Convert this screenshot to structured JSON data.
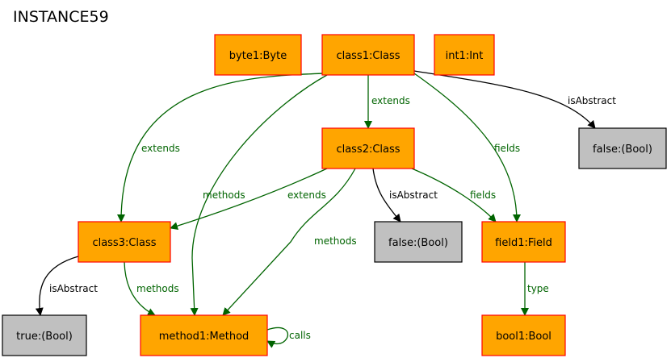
{
  "title": "INSTANCE59",
  "colors": {
    "object_fill": "#FFA500",
    "object_stroke": "#FF0000",
    "value_fill": "#C0C0C0",
    "value_stroke": "#000000",
    "ref_edge": "#006400",
    "attr_edge": "#000000"
  },
  "nodes": [
    {
      "id": "byte1",
      "label": "byte1:Byte",
      "kind": "object"
    },
    {
      "id": "class1",
      "label": "class1:Class",
      "kind": "object"
    },
    {
      "id": "int1",
      "label": "int1:Int",
      "kind": "object"
    },
    {
      "id": "class2",
      "label": "class2:Class",
      "kind": "object"
    },
    {
      "id": "false1",
      "label": "false:(Bool)",
      "kind": "value"
    },
    {
      "id": "class3",
      "label": "class3:Class",
      "kind": "object"
    },
    {
      "id": "false2",
      "label": "false:(Bool)",
      "kind": "value"
    },
    {
      "id": "field1",
      "label": "field1:Field",
      "kind": "object"
    },
    {
      "id": "true1",
      "label": "true:(Bool)",
      "kind": "value"
    },
    {
      "id": "method1",
      "label": "method1:Method",
      "kind": "object"
    },
    {
      "id": "bool1",
      "label": "bool1:Bool",
      "kind": "object"
    }
  ],
  "edges": [
    {
      "id": "e1",
      "from": "class1",
      "to": "class2",
      "label": "extends",
      "kind": "ref"
    },
    {
      "id": "e2",
      "from": "class1",
      "to": "class3",
      "label": "extends",
      "kind": "ref"
    },
    {
      "id": "e3",
      "from": "class1",
      "to": "method1",
      "label": "methods",
      "kind": "ref"
    },
    {
      "id": "e4",
      "from": "class1",
      "to": "field1",
      "label": "fields",
      "kind": "ref"
    },
    {
      "id": "e5",
      "from": "class1",
      "to": "false1",
      "label": "isAbstract",
      "kind": "attr"
    },
    {
      "id": "e6",
      "from": "class2",
      "to": "class3",
      "label": "extends",
      "kind": "ref"
    },
    {
      "id": "e7",
      "from": "class2",
      "to": "false2",
      "label": "isAbstract",
      "kind": "attr"
    },
    {
      "id": "e8",
      "from": "class2",
      "to": "field1",
      "label": "fields",
      "kind": "ref"
    },
    {
      "id": "e9",
      "from": "class2",
      "to": "method1",
      "label": "methods",
      "kind": "ref"
    },
    {
      "id": "e10",
      "from": "class3",
      "to": "true1",
      "label": "isAbstract",
      "kind": "attr"
    },
    {
      "id": "e11",
      "from": "class3",
      "to": "method1",
      "label": "methods",
      "kind": "ref"
    },
    {
      "id": "e12",
      "from": "field1",
      "to": "bool1",
      "label": "type",
      "kind": "ref"
    },
    {
      "id": "e13",
      "from": "method1",
      "to": "method1",
      "label": "calls",
      "kind": "ref"
    }
  ]
}
